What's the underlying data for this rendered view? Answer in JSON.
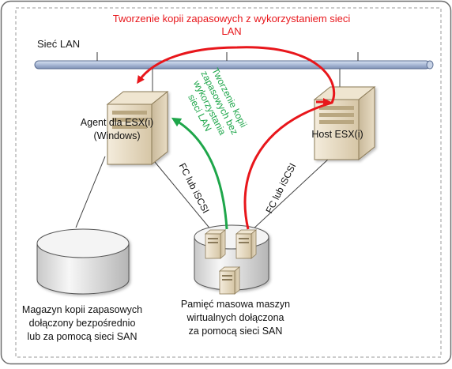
{
  "diagram": {
    "title": "Tworzenie kopii zapasowych z wykorzystaniem sieci LAN",
    "title_lines": [
      "Tworzenie kopii zapasowych z wykorzystaniem sieci",
      "LAN"
    ],
    "lan_label": "Sieć LAN",
    "agent_label_lines": [
      "Agent dla ESX(i)",
      "(Windows)"
    ],
    "host_label": "Host ESX(i)",
    "fc_left": "FC lub iSCSI",
    "fc_right": "FC lub iSCSI",
    "green_label_lines": [
      "Tworzenie kopii",
      "zapasowych bez",
      "wykorzystania",
      "sieci LAN"
    ],
    "backup_storage_lines": [
      "Magazyn kopii zapasowych",
      "dołączony bezpośrednio",
      "lub za pomocą sieci SAN"
    ],
    "vm_storage_lines": [
      "Pamięć masowa maszyn",
      "wirtualnych dołączona",
      "za pomocą sieci SAN"
    ]
  },
  "colors": {
    "lan_arrow": "#e8161b",
    "san_arrow": "#1ea64a",
    "text": "#1a1a1a",
    "bus": "#a9b9d6"
  }
}
